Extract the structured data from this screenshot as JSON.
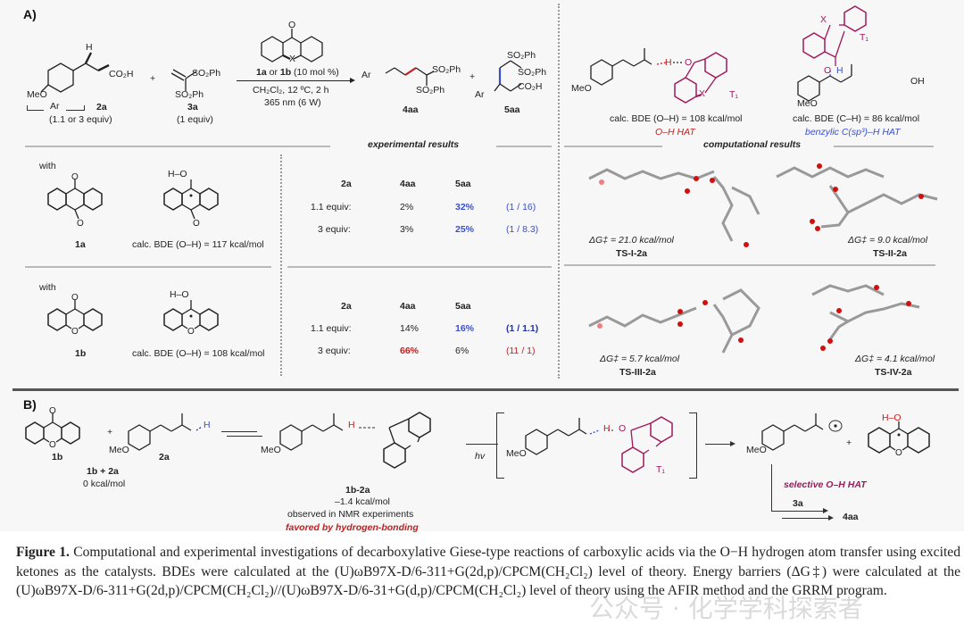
{
  "panel_a": {
    "label": "A)",
    "reaction": {
      "substrate_2a": {
        "name": "2a",
        "group_label": "Ar",
        "substituent": "MeO",
        "func": "CO₂H",
        "atom_h": "H",
        "equiv": "(1.1 or 3 equiv)"
      },
      "plus": "+",
      "reagent_3a": {
        "name": "3a",
        "group1": "SO₂Ph",
        "group2": "SO₂Ph",
        "equiv": "(1 equiv)"
      },
      "catalyst": {
        "atom_o": "O",
        "atom_x": "X",
        "label_bold1": "1a",
        "label_or": " or ",
        "label_bold2": "1b",
        "label_loading": " (10 mol %)"
      },
      "conditions_line1": "CH₂Cl₂, 12 ºC, 2 h",
      "conditions_line2": "365 nm (6 W)",
      "product_4aa": {
        "name": "4aa",
        "ar": "Ar",
        "group1": "SO₂Ph",
        "group2": "SO₂Ph"
      },
      "product_5aa": {
        "name": "5aa",
        "ar": "Ar",
        "group1": "SO₂Ph",
        "group2": "SO₂Ph",
        "group3": "CO₂H"
      }
    },
    "computational_top": {
      "left": {
        "substituent": "MeO",
        "atom_o": "O",
        "atom_h": "H",
        "atom_x": "X",
        "state": "T₁",
        "bde": "calc. BDE (O–H) = 108 kcal/mol",
        "mode": "O–H HAT"
      },
      "right": {
        "substituent": "MeO",
        "atom_o": "O",
        "atom_h": "H",
        "atom_x": "X",
        "acid": "OH",
        "state": "T₁",
        "bde": "calc. BDE (C–H) = 86 kcal/mol",
        "mode": "benzylic C(sp³)–H HAT"
      }
    },
    "section_headers": {
      "experimental": "experimental results",
      "computational": "computational results"
    },
    "catalysts": [
      {
        "with": "with",
        "name": "1a",
        "radical_label": "H–O",
        "bde": "calc. BDE (O–H) = 117 kcal/mol"
      },
      {
        "with": "with",
        "name": "1b",
        "radical_label": "H–O",
        "bde": "calc. BDE (O–H) = 108 kcal/mol"
      }
    ],
    "experimental_tables": [
      {
        "headers": [
          "2a",
          "4aa",
          "5aa"
        ],
        "rows": [
          {
            "equiv": "1.1 equiv:",
            "y4aa": "2%",
            "y5aa": "32%",
            "ratio": "(1 / 16)"
          },
          {
            "equiv": "3 equiv:",
            "y4aa": "3%",
            "y5aa": "25%",
            "ratio": "(1 / 8.3)"
          }
        ]
      },
      {
        "headers": [
          "2a",
          "4aa",
          "5aa"
        ],
        "rows": [
          {
            "equiv": "1.1 equiv:",
            "y4aa": "14%",
            "y5aa": "16%",
            "ratio": "(1 / 1.1)"
          },
          {
            "equiv": "3 equiv:",
            "y4aa": "66%",
            "y5aa": "6%",
            "ratio": "(11 / 1)"
          }
        ]
      }
    ],
    "transition_states": [
      {
        "name": "TS-I-2a",
        "barrier": "ΔG‡ = 21.0 kcal/mol"
      },
      {
        "name": "TS-II-2a",
        "barrier": "ΔG‡ = 9.0 kcal/mol"
      },
      {
        "name": "TS-III-2a",
        "barrier": "ΔG‡ = 5.7 kcal/mol"
      },
      {
        "name": "TS-IV-2a",
        "barrier": "ΔG‡ = 4.1 kcal/mol"
      }
    ]
  },
  "panel_b": {
    "label": "B)",
    "start": {
      "cat": "1b",
      "acid": "2a",
      "plus": "+",
      "substituent": "MeO",
      "atom_h": "H",
      "combined": "1b + 2a",
      "energy": "0 kcal/mol"
    },
    "complex": {
      "name": "1b-2a",
      "energy": "–1.4 kcal/mol",
      "note": "observed in NMR experiments",
      "emphasis": "favored by hydrogen-bonding",
      "substituent": "MeO",
      "atom_h": "H"
    },
    "excitation": "hv",
    "excited": {
      "substituent": "MeO",
      "atom_h": "H",
      "atom_o": "O",
      "state": "T₁"
    },
    "products": {
      "substituent": "MeO",
      "plus": "+",
      "radical_label": "H–O",
      "mode": "selective O–H HAT",
      "reagent": "3a",
      "final": "4aa"
    }
  },
  "caption": {
    "label": "Figure 1.",
    "text": " Computational and experimental investigations of decarboxylative Giese-type reactions of carboxylic acids via the O−H hydrogen atom transfer using excited ketones as the catalysts. BDEs were calculated at the (U)ωB97X-D/6-311+G(2d,p)/CPCM(CH₂Cl₂) level of theory. Energy barriers (ΔG‡) were calculated at the (U)ωB97X-D/6-311+G(2d,p)/CPCM(CH₂Cl₂)//(U)ωB97X-D/6-31+G(d,p)/CPCM(CH₂Cl₂) level of theory using the AFIR method and the GRRM program."
  },
  "watermark": "公众号 · 化学学科探索者",
  "colors": {
    "red": "#c41e1e",
    "blue": "#3a4fd0",
    "magenta": "#a0185a",
    "divider": "#b9b9b9",
    "background": "#f7f7f7"
  }
}
